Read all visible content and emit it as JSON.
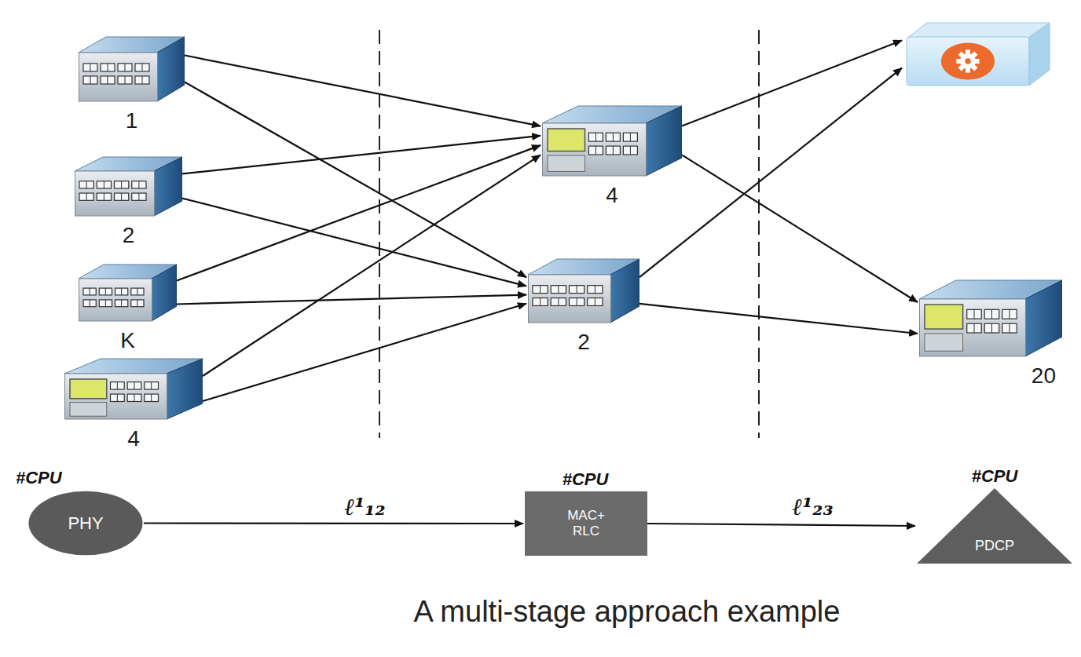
{
  "diagram": {
    "caption": "A multi-stage approach example",
    "nodes": [
      {
        "text": [
          "1"
        ]
      },
      {
        "text": [
          "2"
        ]
      },
      {
        "text": [
          "K"
        ]
      },
      {
        "text": [
          "4"
        ]
      },
      {
        "text": [
          "4"
        ]
      },
      {
        "text": [
          "2"
        ]
      },
      {
        "text": []
      },
      {
        "text": [
          "20"
        ]
      },
      {
        "text": [
          "#CPU",
          "PHY"
        ]
      },
      {
        "text": [
          "#CPU",
          "MAC+ RLC"
        ]
      },
      {
        "text": [
          "#CPU",
          "PDCP"
        ]
      }
    ],
    "edges": [
      {
        "from": 0,
        "to": 4,
        "arrow": "to"
      },
      {
        "from": 0,
        "to": 5,
        "arrow": "to"
      },
      {
        "from": 1,
        "to": 4,
        "arrow": "to"
      },
      {
        "from": 1,
        "to": 5,
        "arrow": "to"
      },
      {
        "from": 2,
        "to": 4,
        "arrow": "to"
      },
      {
        "from": 2,
        "to": 5,
        "arrow": "to"
      },
      {
        "from": 3,
        "to": 4,
        "arrow": "to"
      },
      {
        "from": 3,
        "to": 5,
        "arrow": "to"
      },
      {
        "from": 4,
        "to": 6,
        "arrow": "to"
      },
      {
        "from": 4,
        "to": 7,
        "arrow": "to"
      },
      {
        "from": 5,
        "to": 6,
        "arrow": "to"
      },
      {
        "from": 5,
        "to": 7,
        "arrow": "to"
      },
      {
        "from": 8,
        "to": 9,
        "label": "ℓ¹₁₂",
        "arrow": "to"
      },
      {
        "from": 9,
        "to": 10,
        "label": "ℓ¹₂₃",
        "arrow": "to"
      }
    ]
  }
}
